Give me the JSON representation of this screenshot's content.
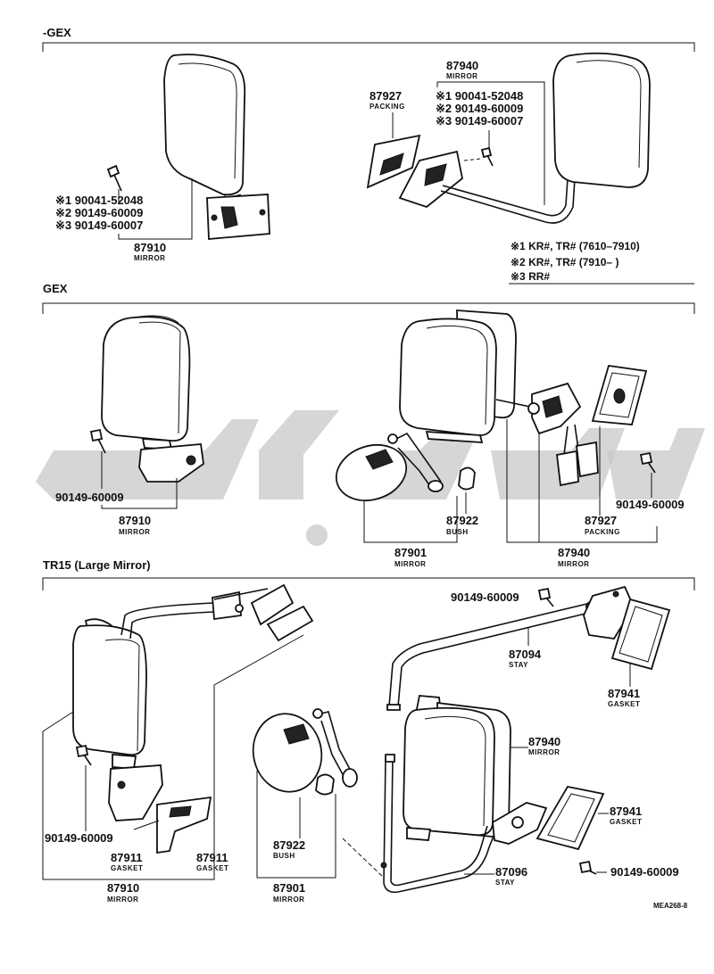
{
  "sections": {
    "s1": "-GEX",
    "s2": "GEX",
    "s3": "TR15 (Large Mirror)"
  },
  "s1": {
    "left": {
      "bolts": [
        "※1 90041-52048",
        "※2 90149-60009",
        "※3 90149-60007"
      ],
      "part": "87910",
      "part_name": "MIRROR"
    },
    "right": {
      "part_top": "87940",
      "part_top_name": "MIRROR",
      "packing": "87927",
      "packing_name": "PACKING",
      "bolts": [
        "※1 90041-52048",
        "※2 90149-60009",
        "※3 90149-60007"
      ]
    },
    "notes": [
      "※1 KR#, TR# (7610–7910)",
      "※2 KR#, TR# (7910–          )",
      "※3 RR#"
    ]
  },
  "s2": {
    "bolt_left": "90149-60009",
    "mirror_left": "87910",
    "mirror_left_name": "MIRROR",
    "bush": "87922",
    "bush_name": "BUSH",
    "mirror_small": "87901",
    "mirror_small_name": "MIRROR",
    "bolt_right": "90149-60009",
    "packing": "87927",
    "packing_name": "PACKING",
    "mirror_right": "87940",
    "mirror_right_name": "MIRROR"
  },
  "s3": {
    "bolt_top": "90149-60009",
    "stay_top": "87094",
    "stay_top_name": "STAY",
    "gasket_top": "87941",
    "gasket_top_name": "GASKET",
    "mirror_main": "87940",
    "mirror_main_name": "MIRROR",
    "gasket_mid": "87941",
    "gasket_mid_name": "GASKET",
    "stay_bottom": "87096",
    "stay_bottom_name": "STAY",
    "bolt_bottom": "90149-60009",
    "bolt_left": "90149-60009",
    "gasket_left1": "87911",
    "gasket_left1_name": "GASKET",
    "gasket_left2": "87911",
    "gasket_left2_name": "GASKET",
    "mirror_left": "87910",
    "mirror_left_name": "MIRROR",
    "bush": "87922",
    "bush_name": "BUSH",
    "mirror_small": "87901",
    "mirror_small_name": "MIRROR"
  },
  "code": "MEA268-8"
}
